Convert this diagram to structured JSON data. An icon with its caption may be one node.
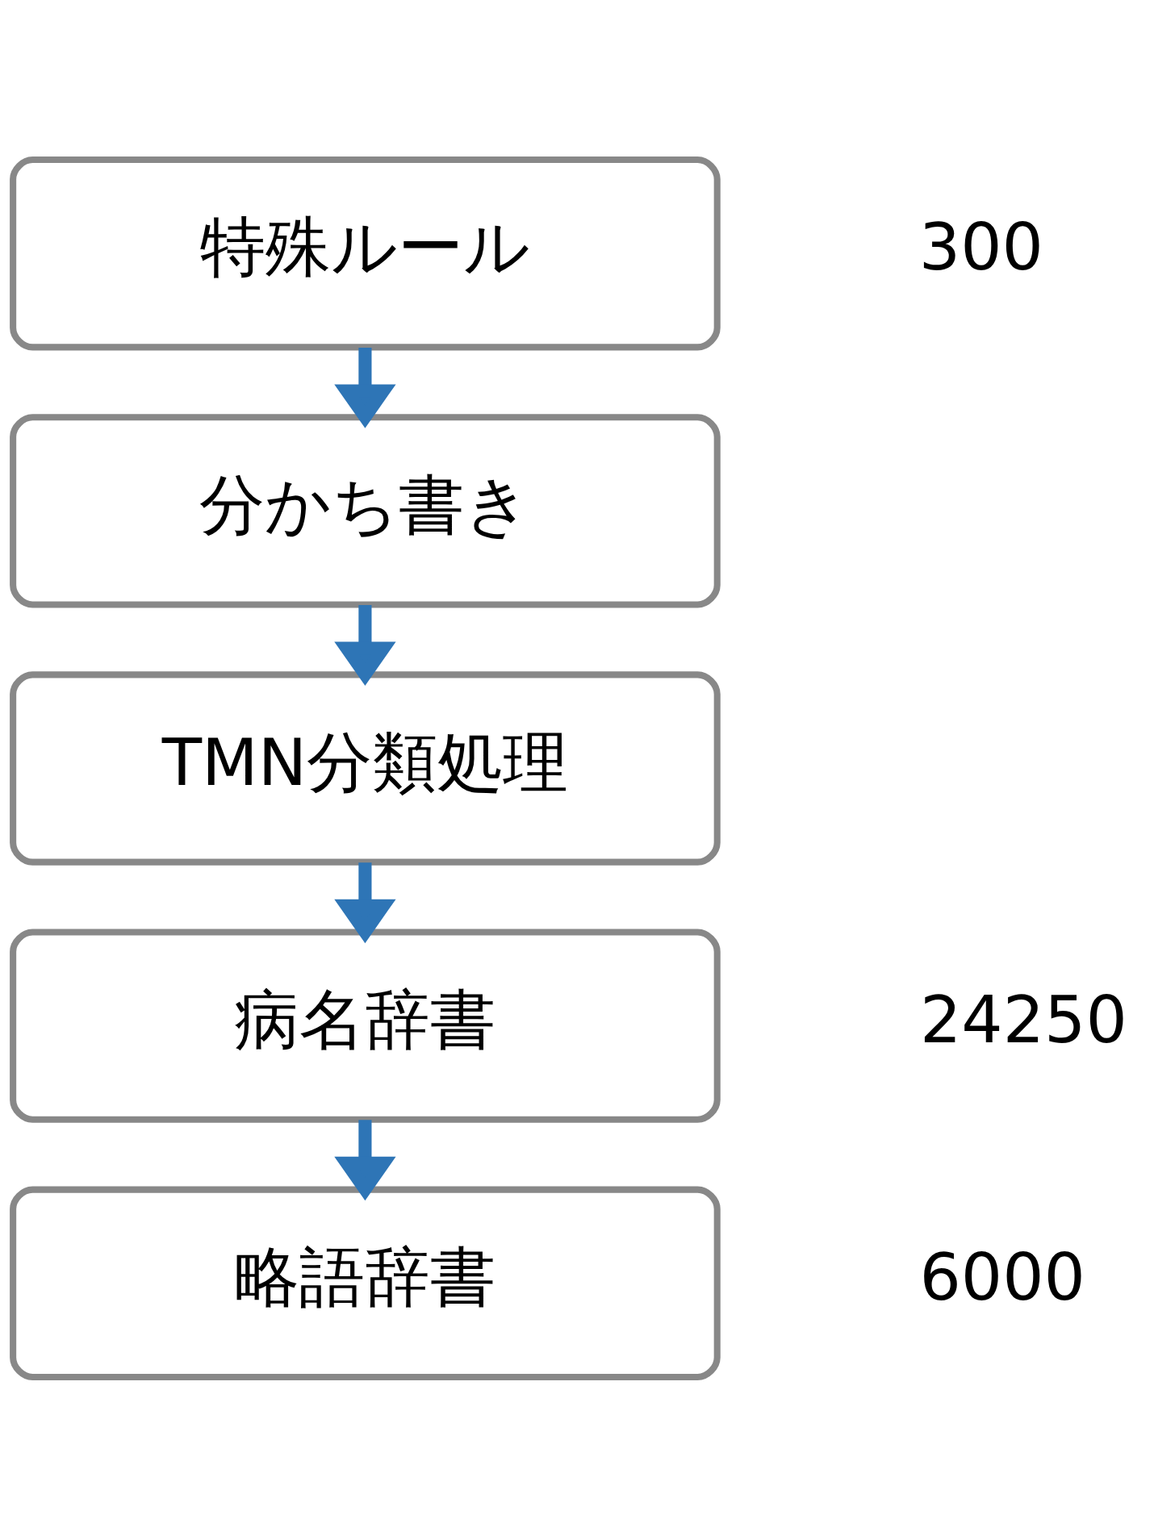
{
  "diagram": {
    "nodes": [
      {
        "text": [
          "特殊ルール"
        ],
        "beside": [
          "300"
        ]
      },
      {
        "text": [
          "分かち書き"
        ]
      },
      {
        "text": [
          "TMN分類処理"
        ]
      },
      {
        "text": [
          "病名辞書"
        ],
        "beside": [
          "24250"
        ]
      },
      {
        "text": [
          "略語辞書"
        ],
        "beside": [
          "6000"
        ]
      }
    ],
    "edges": [
      {
        "from": 0,
        "to": 1,
        "arrow": "to",
        "color": "#2e75b6"
      },
      {
        "from": 1,
        "to": 2,
        "arrow": "to",
        "color": "#2e75b6"
      },
      {
        "from": 2,
        "to": 3,
        "arrow": "to",
        "color": "#2e75b6"
      },
      {
        "from": 3,
        "to": 4,
        "arrow": "to",
        "color": "#2e75b6"
      }
    ]
  }
}
